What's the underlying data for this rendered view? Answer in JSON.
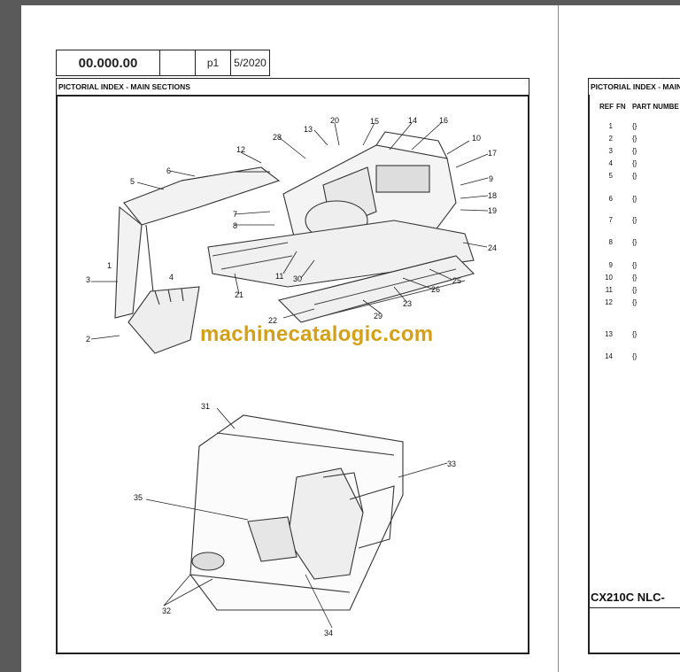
{
  "header": {
    "code": "00.000.00",
    "blank": "",
    "page": "p1",
    "date": "5/2020"
  },
  "section_title": "PICTORIAL INDEX - MAIN SECTIONS",
  "watermark": "machinecatalogic.com",
  "excavator_callouts": [
    {
      "id": "1",
      "num": "1"
    },
    {
      "id": "2",
      "num": "2"
    },
    {
      "id": "3",
      "num": "3"
    },
    {
      "id": "4",
      "num": "4"
    },
    {
      "id": "5",
      "num": "5"
    },
    {
      "id": "6",
      "num": "6"
    },
    {
      "id": "7",
      "num": "7"
    },
    {
      "id": "8",
      "num": "8"
    },
    {
      "id": "9",
      "num": "9"
    },
    {
      "id": "10",
      "num": "10"
    },
    {
      "id": "11",
      "num": "11"
    },
    {
      "id": "12",
      "num": "12"
    },
    {
      "id": "13",
      "num": "13"
    },
    {
      "id": "14",
      "num": "14"
    },
    {
      "id": "15",
      "num": "15"
    },
    {
      "id": "16",
      "num": "16"
    },
    {
      "id": "17",
      "num": "17"
    },
    {
      "id": "18",
      "num": "18"
    },
    {
      "id": "19",
      "num": "19"
    },
    {
      "id": "20",
      "num": "20"
    },
    {
      "id": "21",
      "num": "21"
    },
    {
      "id": "22",
      "num": "22"
    },
    {
      "id": "23",
      "num": "23"
    },
    {
      "id": "24",
      "num": "24"
    },
    {
      "id": "25",
      "num": "25"
    },
    {
      "id": "26",
      "num": "26"
    },
    {
      "id": "28",
      "num": "28"
    },
    {
      "id": "29",
      "num": "29"
    },
    {
      "id": "30",
      "num": "30"
    }
  ],
  "cab_callouts": [
    {
      "id": "31",
      "num": "31"
    },
    {
      "id": "32",
      "num": "32"
    },
    {
      "id": "33",
      "num": "33"
    },
    {
      "id": "34",
      "num": "34"
    },
    {
      "id": "35",
      "num": "35"
    }
  ],
  "right_page": {
    "title": "PICTORIAL INDEX - MAIN",
    "col_ref": "REF",
    "col_fn": "FN",
    "col_part": "PART NUMBE",
    "rows": [
      {
        "ref": "1",
        "fn": "{}"
      },
      {
        "ref": "2",
        "fn": "{}"
      },
      {
        "ref": "3",
        "fn": "{}"
      },
      {
        "ref": "4",
        "fn": "{}"
      },
      {
        "ref": "5",
        "fn": "{}"
      },
      {
        "ref": "6",
        "fn": "{}"
      },
      {
        "ref": "7",
        "fn": "{}"
      },
      {
        "ref": "8",
        "fn": "{}"
      },
      {
        "ref": "9",
        "fn": "{}"
      },
      {
        "ref": "10",
        "fn": "{}"
      },
      {
        "ref": "11",
        "fn": "{}"
      },
      {
        "ref": "12",
        "fn": "{}"
      },
      {
        "ref": "13",
        "fn": "{}"
      },
      {
        "ref": "14",
        "fn": "{}"
      }
    ],
    "model": "CX210C NLC-"
  }
}
